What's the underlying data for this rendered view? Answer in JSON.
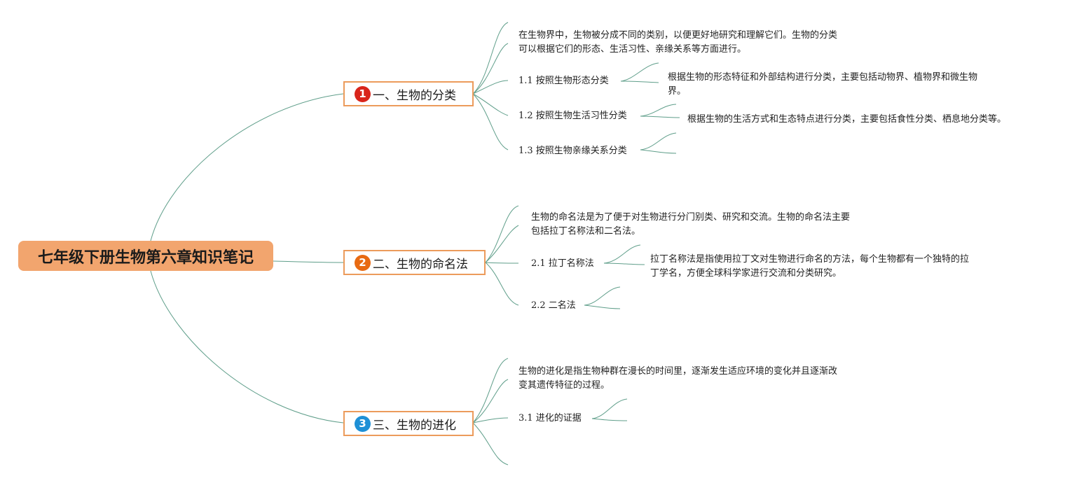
{
  "root": {
    "title": "七年级下册生物第六章知识笔记"
  },
  "branches": [
    {
      "number": "1",
      "badge_color": "#d9251b",
      "title": "一、生物的分类",
      "description_lines": [
        "在生物界中，生物被分成不同的类别，以便更好地研究和理解它们。生物的分类",
        "可以根据它们的形态、生活习性、亲缘关系等方面进行。"
      ],
      "subs": [
        {
          "label": "1.1 按照生物形态分类",
          "detail_lines": [
            "根据生物的形态特征和外部结构进行分类，主要包括动物界、植物界和微生物",
            "界。"
          ]
        },
        {
          "label": "1.2 按照生物生活习性分类",
          "detail_lines": [
            "根据生物的生活方式和生态特点进行分类，主要包括食性分类、栖息地分类等。"
          ]
        },
        {
          "label": "1.3 按照生物亲缘关系分类",
          "detail_lines": []
        }
      ]
    },
    {
      "number": "2",
      "badge_color": "#e86a12",
      "title": "二、生物的命名法",
      "description_lines": [
        "生物的命名法是为了便于对生物进行分门别类、研究和交流。生物的命名法主要",
        "包括拉丁名称法和二名法。"
      ],
      "subs": [
        {
          "label": "2.1 拉丁名称法",
          "detail_lines": [
            "拉丁名称法是指使用拉丁文对生物进行命名的方法，每个生物都有一个独特的拉",
            "丁学名，方便全球科学家进行交流和分类研究。"
          ]
        },
        {
          "label": "2.2 二名法",
          "detail_lines": []
        }
      ]
    },
    {
      "number": "3",
      "badge_color": "#1e90d6",
      "title": "三、生物的进化",
      "description_lines": [
        "生物的进化是指生物种群在漫长的时间里，逐渐发生适应环境的变化并且逐渐改",
        "变其遗传特征的过程。"
      ],
      "subs": [
        {
          "label": "3.1 进化的证据",
          "detail_lines": []
        }
      ]
    }
  ],
  "colors": {
    "edge": "#5f9e8a",
    "root_fill": "#f2a56e",
    "branch_border": "#ec9b5b"
  }
}
